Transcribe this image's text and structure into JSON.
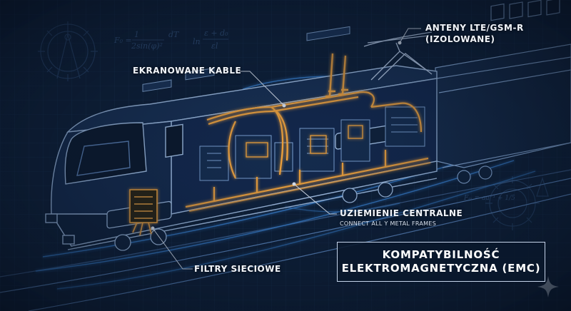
{
  "callouts": {
    "antennas_line1": "ANTENY LTE/GSM-R",
    "antennas_line2": "(IZOLOWANE)",
    "shielded_cables": "EKRANOWANE KABLE",
    "central_grounding": "UZIEMIENIE CENTRALNE",
    "central_grounding_sub": "CONNECT ALL Y METAL FRAMES",
    "line_filters": "FILTRY SIECIOWE"
  },
  "title": {
    "line1": "KOMPATYBILNOŚĆ",
    "line2": "ELEKTROMAGNETYCZNA (EMC)"
  },
  "colors": {
    "background": "#0d1d33",
    "blueprint_line": "#7fa6d6",
    "glow_blue": "#3d8be0",
    "highlight_orange": "#f2a33a"
  }
}
